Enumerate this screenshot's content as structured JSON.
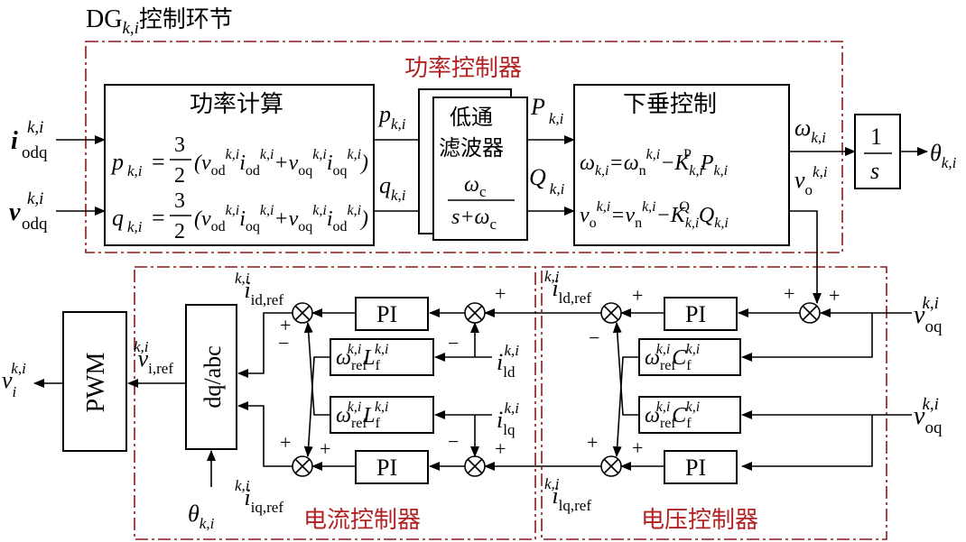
{
  "title": {
    "main": "DG",
    "sub": "k,i",
    "suffix": "控制环节"
  },
  "power_controller": {
    "label": "功率控制器",
    "power_calc": {
      "title": "功率计算",
      "p_lhs": "p",
      "q_lhs": "q",
      "ki": "k,i",
      "eq_p": "(v{od}i{od}+v{oq}i{oq})",
      "eq_q": "(v{od}i{oq}+v{oq}i{od})",
      "three": "3",
      "two": "2"
    },
    "lpf": {
      "title_line1": "低通",
      "title_line2": "滤波器",
      "num": "ω",
      "num_sub": "c",
      "den": "s+ω",
      "den_sub": "c"
    },
    "droop": {
      "title": "下垂控制",
      "omega": "ω",
      "vo": "v",
      "n_sub": "n",
      "o_sub": "o",
      "minus": "−",
      "K": "K",
      "KP": "P",
      "KQ": "Q",
      "P": "P",
      "Q": "Q"
    },
    "integrator": {
      "num": "1",
      "den": "s"
    }
  },
  "signals": {
    "i": "i",
    "v": "v",
    "p": "p",
    "q": "q",
    "P": "P",
    "Q": "Q",
    "omega": "ω",
    "theta": "θ",
    "ki": "k,i",
    "odq": "odq",
    "od": "od",
    "oq": "oq",
    "o": "o",
    "id_ref": "id,ref",
    "iq_ref": "iq,ref",
    "ld_ref": "ld,ref",
    "lq_ref": "lq,ref",
    "ld": "ld",
    "lq": "lq",
    "i_ref": "i,ref",
    "i_sub": "i"
  },
  "current_controller": {
    "label": "电流控制器",
    "pi": "PI",
    "comp_L": "L",
    "ref": "ref",
    "f": "f"
  },
  "voltage_controller": {
    "label": "电压控制器",
    "pi": "PI",
    "comp_C": "C"
  },
  "blocks": {
    "dqabc": "dq/abc",
    "pwm": "PWM"
  },
  "signs": {
    "plus": "+",
    "minus": "−"
  },
  "colors": {
    "frame": "#8b1a1a",
    "label": "#b22222",
    "ink": "#000000"
  }
}
